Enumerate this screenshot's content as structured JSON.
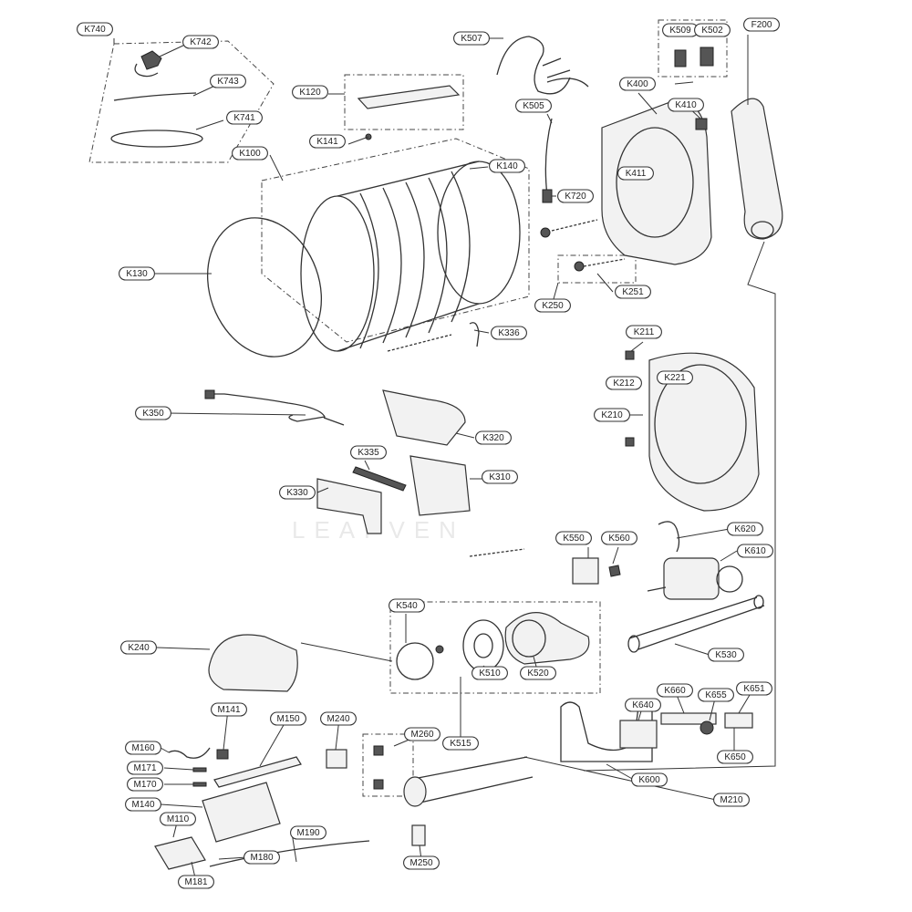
{
  "labels": [
    "K740",
    "K742",
    "K743",
    "K741",
    "K120",
    "K507",
    "K509",
    "K502",
    "F200",
    "K141",
    "K100",
    "K140",
    "K505",
    "K400",
    "K410",
    "K411",
    "K720",
    "K130",
    "K250",
    "K251",
    "K336",
    "K211",
    "K212",
    "K221",
    "K210",
    "K350",
    "K320",
    "K335",
    "K310",
    "K330",
    "K620",
    "K610",
    "K550",
    "K560",
    "K540",
    "K530",
    "K240",
    "K510",
    "K520",
    "K515",
    "K640",
    "K660",
    "K655",
    "K651",
    "K650",
    "K600",
    "M141",
    "M150",
    "M240",
    "M160",
    "M260",
    "M171",
    "M170",
    "M140",
    "M110",
    "M190",
    "M180",
    "M181",
    "M250",
    "M210"
  ]
}
